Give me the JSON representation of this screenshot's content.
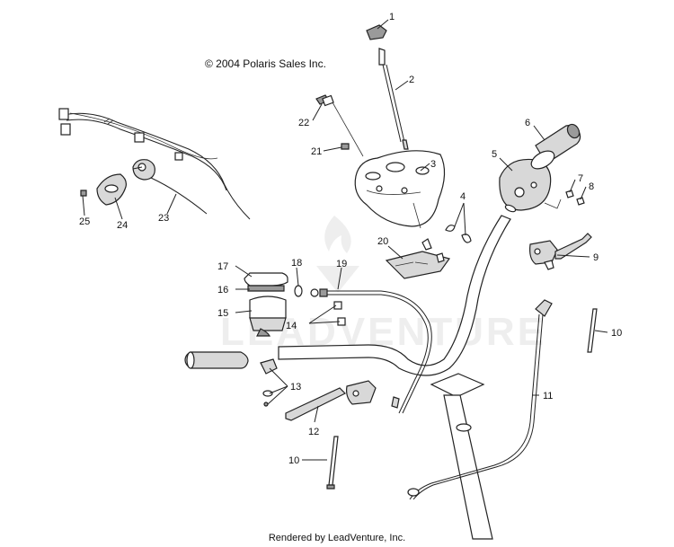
{
  "copyright": "© 2004 Polaris Sales Inc.",
  "footer": "Rendered by LeadVenture, Inc.",
  "watermark": "LEADVENTURE",
  "callouts": {
    "c1": "1",
    "c2": "2",
    "c3": "3",
    "c4": "4",
    "c5": "5",
    "c6": "6",
    "c7": "7",
    "c8": "8",
    "c9": "9",
    "c10a": "10",
    "c10b": "10",
    "c11": "11",
    "c12": "12",
    "c13": "13",
    "c14": "14",
    "c15": "15",
    "c16": "16",
    "c17": "17",
    "c18": "18",
    "c19": "19",
    "c20": "20",
    "c21": "21",
    "c22": "22",
    "c23": "23",
    "c24": "24",
    "c25": "25"
  }
}
